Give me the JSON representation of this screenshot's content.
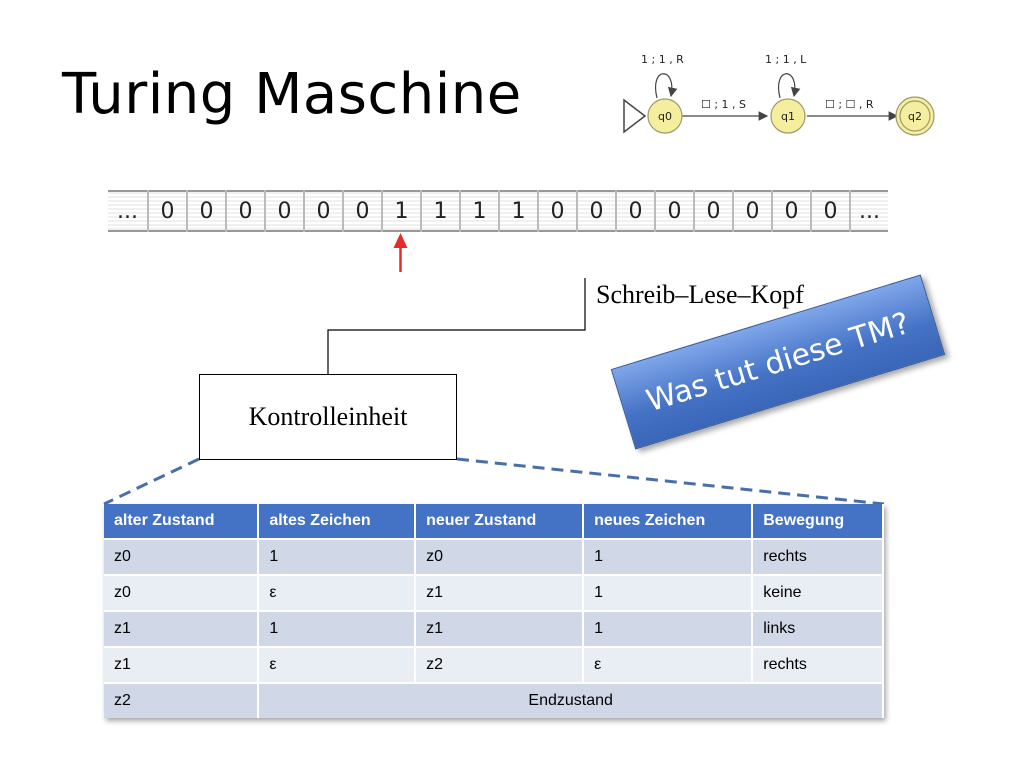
{
  "slide": {
    "title": "Turing Maschine"
  },
  "automaton": {
    "states": [
      {
        "id": "q0",
        "label": "q0",
        "start": true,
        "accept": false
      },
      {
        "id": "q1",
        "label": "q1",
        "start": false,
        "accept": false
      },
      {
        "id": "q2",
        "label": "q2",
        "start": false,
        "accept": true
      }
    ],
    "loops": [
      {
        "state": "q0",
        "label": "1 ; 1 , R"
      },
      {
        "state": "q1",
        "label": "1 ; 1 , L"
      }
    ],
    "edges": [
      {
        "from": "q0",
        "to": "q1",
        "label": "☐ ; 1 , S"
      },
      {
        "from": "q1",
        "to": "q2",
        "label": "☐ ; ☐ , R"
      }
    ],
    "colors": {
      "state_fill": "#f5ee9e",
      "state_stroke": "#9c9a6a"
    }
  },
  "tape": {
    "cells": [
      "...",
      "0",
      "0",
      "0",
      "0",
      "0",
      "0",
      "1",
      "1",
      "1",
      "1",
      "0",
      "0",
      "0",
      "0",
      "0",
      "0",
      "0",
      "0",
      "..."
    ],
    "head_index": 7,
    "head_color": "#e52b2b"
  },
  "head_label": "Schreib–Lese–Kopf",
  "control_unit": "Kontrolleinheit",
  "callout": {
    "text": "Was tut diese TM?",
    "color": "#4472c4"
  },
  "table": {
    "headers": [
      "alter Zustand",
      "altes Zeichen",
      "neuer Zustand",
      "neues Zeichen",
      "Bewegung"
    ],
    "rows": [
      [
        "z0",
        "1",
        "z0",
        "1",
        "rechts"
      ],
      [
        "z0",
        "ε",
        "z1",
        "1",
        "keine"
      ],
      [
        "z1",
        "1",
        "z1",
        "1",
        "links"
      ],
      [
        "z1",
        "ε",
        "z2",
        "ε",
        "rechts"
      ]
    ],
    "final_row": {
      "state": "z2",
      "text": "Endzustand"
    },
    "header_color": "#4472c4",
    "row_colors": [
      "#d0d8e8",
      "#e9edf4"
    ]
  }
}
